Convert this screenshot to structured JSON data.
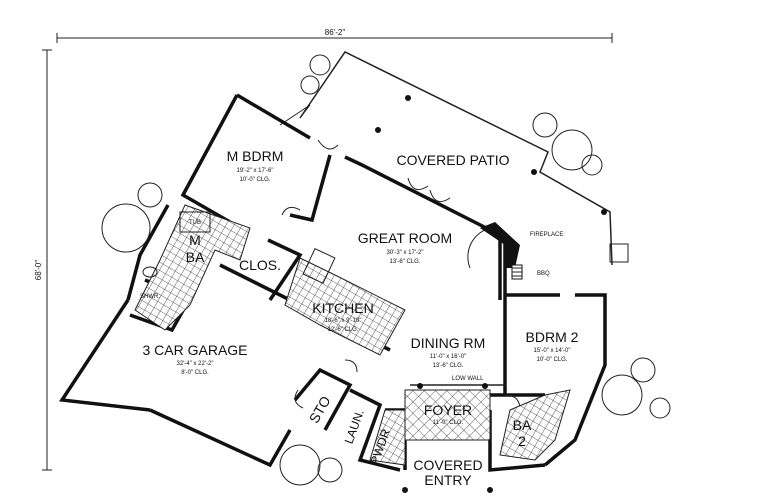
{
  "dimensions": {
    "width": "86'-2\"",
    "depth": "68'-0\""
  },
  "rooms": {
    "covered_patio": {
      "name": "COVERED PATIO"
    },
    "m_bdrm": {
      "name": "M BDRM",
      "size": "19'-2\" x 17'-6\"",
      "ceiling": "10'-0\" CLG."
    },
    "great_room": {
      "name": "GREAT ROOM",
      "size": "30'-3\" x 17'-2\"",
      "ceiling": "13'-6\" CLG."
    },
    "m_ba": {
      "name_1": "M",
      "name_2": "BA"
    },
    "clos": {
      "name": "CLOS."
    },
    "kitchen": {
      "name": "KITCHEN",
      "size": "18'-6\" x 9'-10\"",
      "ceiling": "12'-6\" CLG."
    },
    "garage": {
      "name": "3 CAR GARAGE",
      "size": "32'-4\" x 22'-2\"",
      "ceiling": "8'-0\" CLG."
    },
    "dining": {
      "name": "DINING RM",
      "size": "11'-0\" x 16'-0\"",
      "ceiling": "13'-6\" CLG."
    },
    "bdrm2": {
      "name": "BDRM 2",
      "size": "15'-0\" x 14'-0\"",
      "ceiling": "10'-0\" CLG."
    },
    "foyer": {
      "name": "FOYER",
      "ceiling": "11'-0\" CLG."
    },
    "sto": {
      "name": "STO"
    },
    "laun": {
      "name": "LAUN."
    },
    "pwdr": {
      "name": "PWDR"
    },
    "ba2": {
      "name_1": "BA",
      "name_2": "2"
    },
    "covered_entry": {
      "name_1": "COVERED",
      "name_2": "ENTRY"
    }
  },
  "annotations": {
    "tub": "TUB",
    "shwr": "SHWR.",
    "fireplace": "FIREPLACE",
    "bbq": "BBQ",
    "low_wall": "LOW WALL"
  }
}
